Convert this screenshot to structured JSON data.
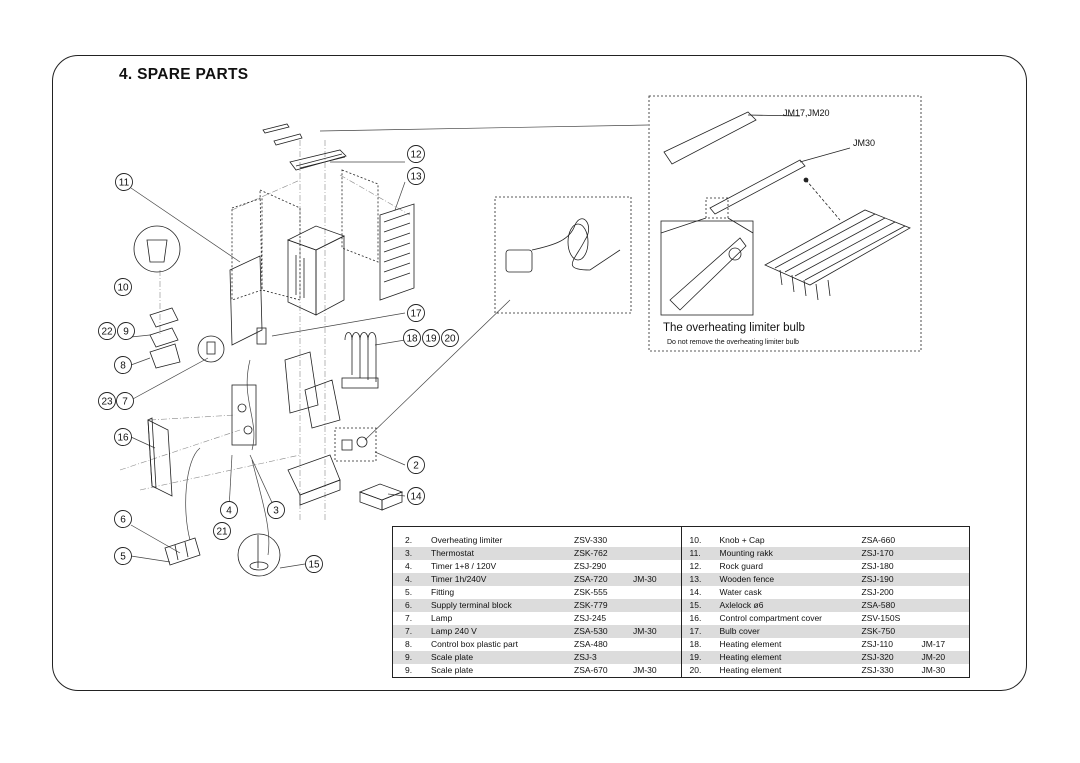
{
  "title": "4. SPARE PARTS",
  "callouts": [
    "2",
    "3",
    "4",
    "21",
    "5",
    "6",
    "7",
    "23",
    "8",
    "9",
    "22",
    "10",
    "11",
    "12",
    "13",
    "14",
    "15",
    "16",
    "17",
    "18",
    "19",
    "20"
  ],
  "inset": {
    "model_label_1": "JM17,JM20",
    "model_label_2": "JM30",
    "note_title": "The overheating limiter bulb",
    "note_subtitle": "Do not remove the overheating limiter bulb"
  },
  "parts_left": [
    {
      "no": "2.",
      "name": "Overheating limiter",
      "code": "ZSV-330",
      "model": ""
    },
    {
      "no": "3.",
      "name": "Thermostat",
      "code": "ZSK-762",
      "model": ""
    },
    {
      "no": "4.",
      "name": "Timer 1+8 / 120V",
      "code": "ZSJ-290",
      "model": ""
    },
    {
      "no": "4.",
      "name": "Timer 1h/240V",
      "code": "ZSA-720",
      "model": "JM-30"
    },
    {
      "no": "5.",
      "name": "Fitting",
      "code": "ZSK-555",
      "model": ""
    },
    {
      "no": "6.",
      "name": "Supply terminal block",
      "code": "ZSK-779",
      "model": ""
    },
    {
      "no": "7.",
      "name": "Lamp",
      "code": "ZSJ-245",
      "model": ""
    },
    {
      "no": "7.",
      "name": "Lamp 240 V",
      "code": "ZSA-530",
      "model": "JM-30"
    },
    {
      "no": "8.",
      "name": "Control box plastic part",
      "code": "ZSA-480",
      "model": ""
    },
    {
      "no": "9.",
      "name": "Scale plate",
      "code": "ZSJ-3",
      "model": ""
    },
    {
      "no": "9.",
      "name": "Scale plate",
      "code": "ZSA-670",
      "model": "JM-30"
    }
  ],
  "parts_right": [
    {
      "no": "10.",
      "name": "Knob + Cap",
      "code": "ZSA-660",
      "model": ""
    },
    {
      "no": "11.",
      "name": "Mounting rakk",
      "code": "ZSJ-170",
      "model": ""
    },
    {
      "no": "12.",
      "name": "Rock guard",
      "code": "ZSJ-180",
      "model": ""
    },
    {
      "no": "13.",
      "name": "Wooden fence",
      "code": "ZSJ-190",
      "model": ""
    },
    {
      "no": "14.",
      "name": "Water cask",
      "code": "ZSJ-200",
      "model": ""
    },
    {
      "no": "15.",
      "name": "Axlelock ø6",
      "code": "ZSA-580",
      "model": ""
    },
    {
      "no": "16.",
      "name": "Control compartment cover",
      "code": "ZSV-150S",
      "model": ""
    },
    {
      "no": "17.",
      "name": "Bulb cover",
      "code": "ZSK-750",
      "model": ""
    },
    {
      "no": "18.",
      "name": "Heating element",
      "code": "ZSJ-110",
      "model": "JM-17"
    },
    {
      "no": "19.",
      "name": "Heating element",
      "code": "ZSJ-320",
      "model": "JM-20"
    },
    {
      "no": "20.",
      "name": "Heating element",
      "code": "ZSJ-330",
      "model": "JM-30"
    }
  ]
}
